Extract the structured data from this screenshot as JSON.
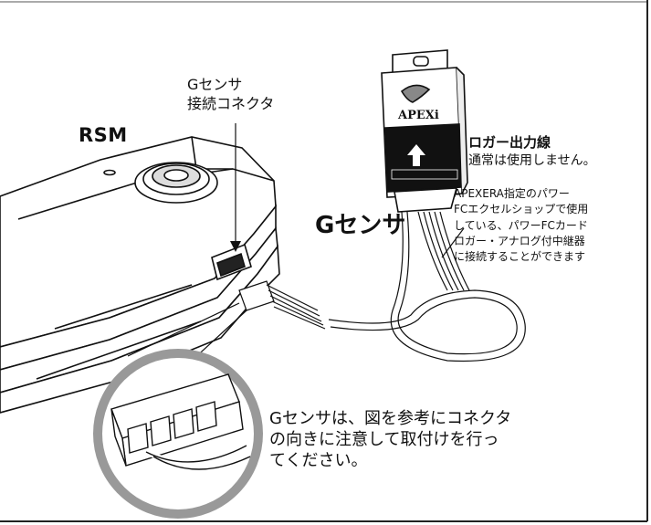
{
  "labels": {
    "rsm": "RSM",
    "connector": [
      "Gセンサ",
      "接続コネクタ"
    ],
    "g_sensor": "Gセンサ",
    "logger_title": "ロガー出力線",
    "logger_text": "通常は使用しません。",
    "apexera_note": [
      "APEXERA指定のパワー",
      "FCエクセルショップで使用",
      "している、パワーFCカード",
      "ロガー・アナログ付中継器",
      "に接続することができます"
    ],
    "install_note": [
      "Gセンサは、図を参考にコネクタ",
      "の向きに注意して取付けを行っ",
      "てください。"
    ],
    "brand": "APEXi"
  }
}
